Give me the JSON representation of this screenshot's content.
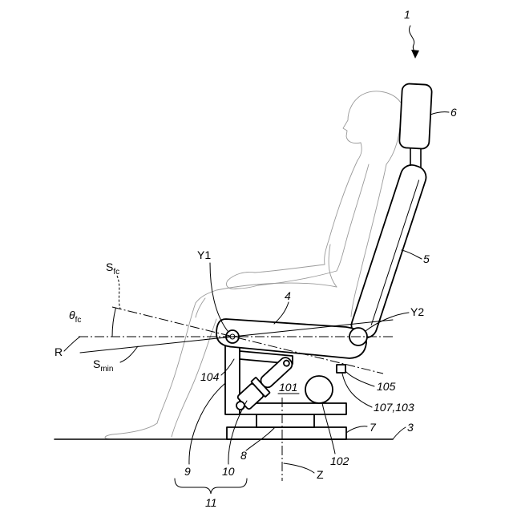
{
  "labels": {
    "ref_1": "1",
    "ref_6": "6",
    "ref_5": "5",
    "ref_4": "4",
    "y1": "Y1",
    "y2": "Y2",
    "s_fc": {
      "base": "S",
      "sub": "fc"
    },
    "theta_fc": {
      "base": "θ",
      "sub": "fc"
    },
    "r": "R",
    "s_min": {
      "base": "S",
      "sub": "min"
    },
    "ref_104": "104",
    "ref_101": "101",
    "ref_105": "105",
    "ref_107_103": "107,103",
    "ref_9": "9",
    "ref_10": "10",
    "ref_8": "8",
    "ref_102": "102",
    "ref_7": "7",
    "ref_3": "3",
    "z": "Z",
    "ref_11": "11"
  },
  "colors": {
    "line": "#000000",
    "outline": "#9a9a9a",
    "background": "#ffffff"
  }
}
